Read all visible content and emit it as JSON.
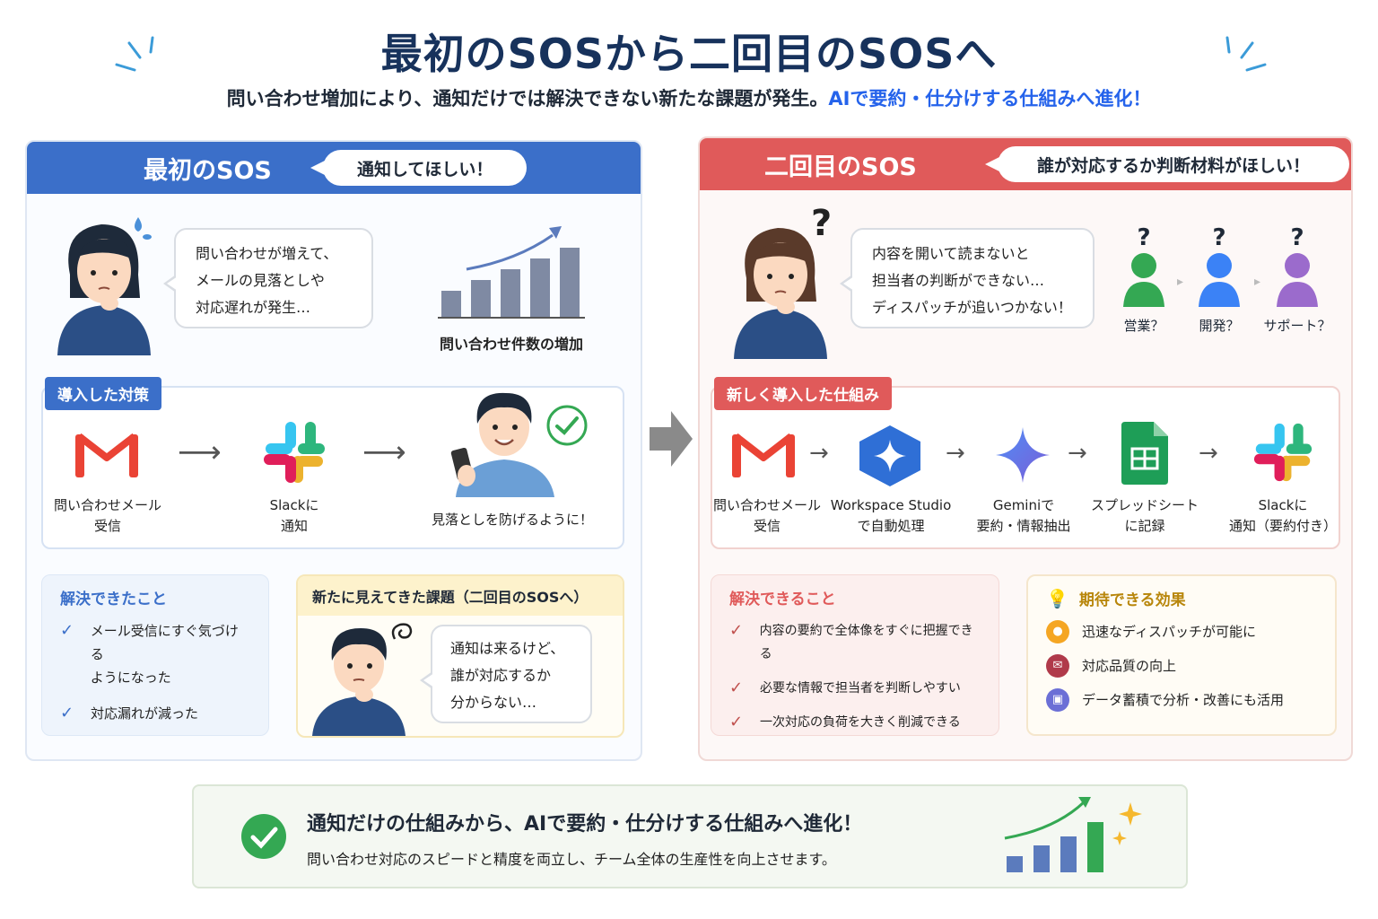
{
  "header": {
    "title": "最初のSOSから二回目のSOSへ",
    "subtitle_main": "問い合わせ増加により、通知だけでは解決できない新たな課題が発生。",
    "subtitle_highlight": "AIで要約・仕分けする仕組みへ進化！"
  },
  "colors": {
    "accent_blue": "#3b6fc9",
    "accent_red": "#e05a5a",
    "highlight_blue": "#2563eb",
    "green": "#34a853"
  },
  "left": {
    "heading": "最初のSOS",
    "pill": "通知してほしい！",
    "bubble": [
      "問い合わせが増えて、",
      "メールの見落としや",
      "対応遅れが発生…"
    ],
    "chart_caption": "問い合わせ件数の増加",
    "chart_values": [
      1,
      2,
      3,
      4,
      5
    ],
    "measures_tag": "導入した対策",
    "flow": [
      {
        "line1": "問い合わせメール",
        "line2": "受信"
      },
      {
        "line1": "Slackに",
        "line2": "通知"
      },
      {
        "line1": "見落としを防げるように！",
        "line2": ""
      }
    ],
    "solved": {
      "title": "解決できたこと",
      "items": [
        "メール受信にすぐ気づける",
        "ようになった",
        "対応漏れが減った"
      ]
    },
    "new_issue": {
      "title": "新たに見えてきた課題（二回目のSOSへ）",
      "bubble": [
        "通知は来るけど、",
        "誰が対応するか",
        "分からない…"
      ]
    }
  },
  "right": {
    "heading": "二回目のSOS",
    "pill": "誰が対応するか判断材料がほしい！",
    "bubble": [
      "内容を開いて読まないと",
      "担当者の判断ができない…",
      "ディスパッチが追いつかない！"
    ],
    "people": [
      {
        "label": "営業？",
        "color": "#34a853"
      },
      {
        "label": "開発？",
        "color": "#3b82f6"
      },
      {
        "label": "サポート？",
        "color": "#9b6bcc"
      }
    ],
    "question_mark": "?",
    "mechanism_tag": "新しく導入した仕組み",
    "flow": [
      {
        "line1": "問い合わせメール",
        "line2": "受信"
      },
      {
        "line1": "Workspace Studio",
        "line2": "で自動処理"
      },
      {
        "line1": "Geminiで",
        "line2": "要約・情報抽出"
      },
      {
        "line1": "スプレッドシート",
        "line2": "に記録"
      },
      {
        "line1": "Slackに",
        "line2": "通知（要約付き）"
      }
    ],
    "solvable": {
      "title": "解決できること",
      "items": [
        "内容の要約で全体像をすぐに把握できる",
        "必要な情報で担当者を判断しやすい",
        "一次対応の負荷を大きく削減できる"
      ]
    },
    "effects": {
      "title": "期待できる効果",
      "items": [
        "迅速なディスパッチが可能に",
        "対応品質の向上",
        "データ蓄積で分析・改善にも活用"
      ]
    }
  },
  "footer": {
    "headline": "通知だけの仕組みから、AIで要約・仕分けする仕組みへ進化！",
    "body": "問い合わせ対応のスピードと精度を両立し、チーム全体の生産性を向上させます。"
  }
}
